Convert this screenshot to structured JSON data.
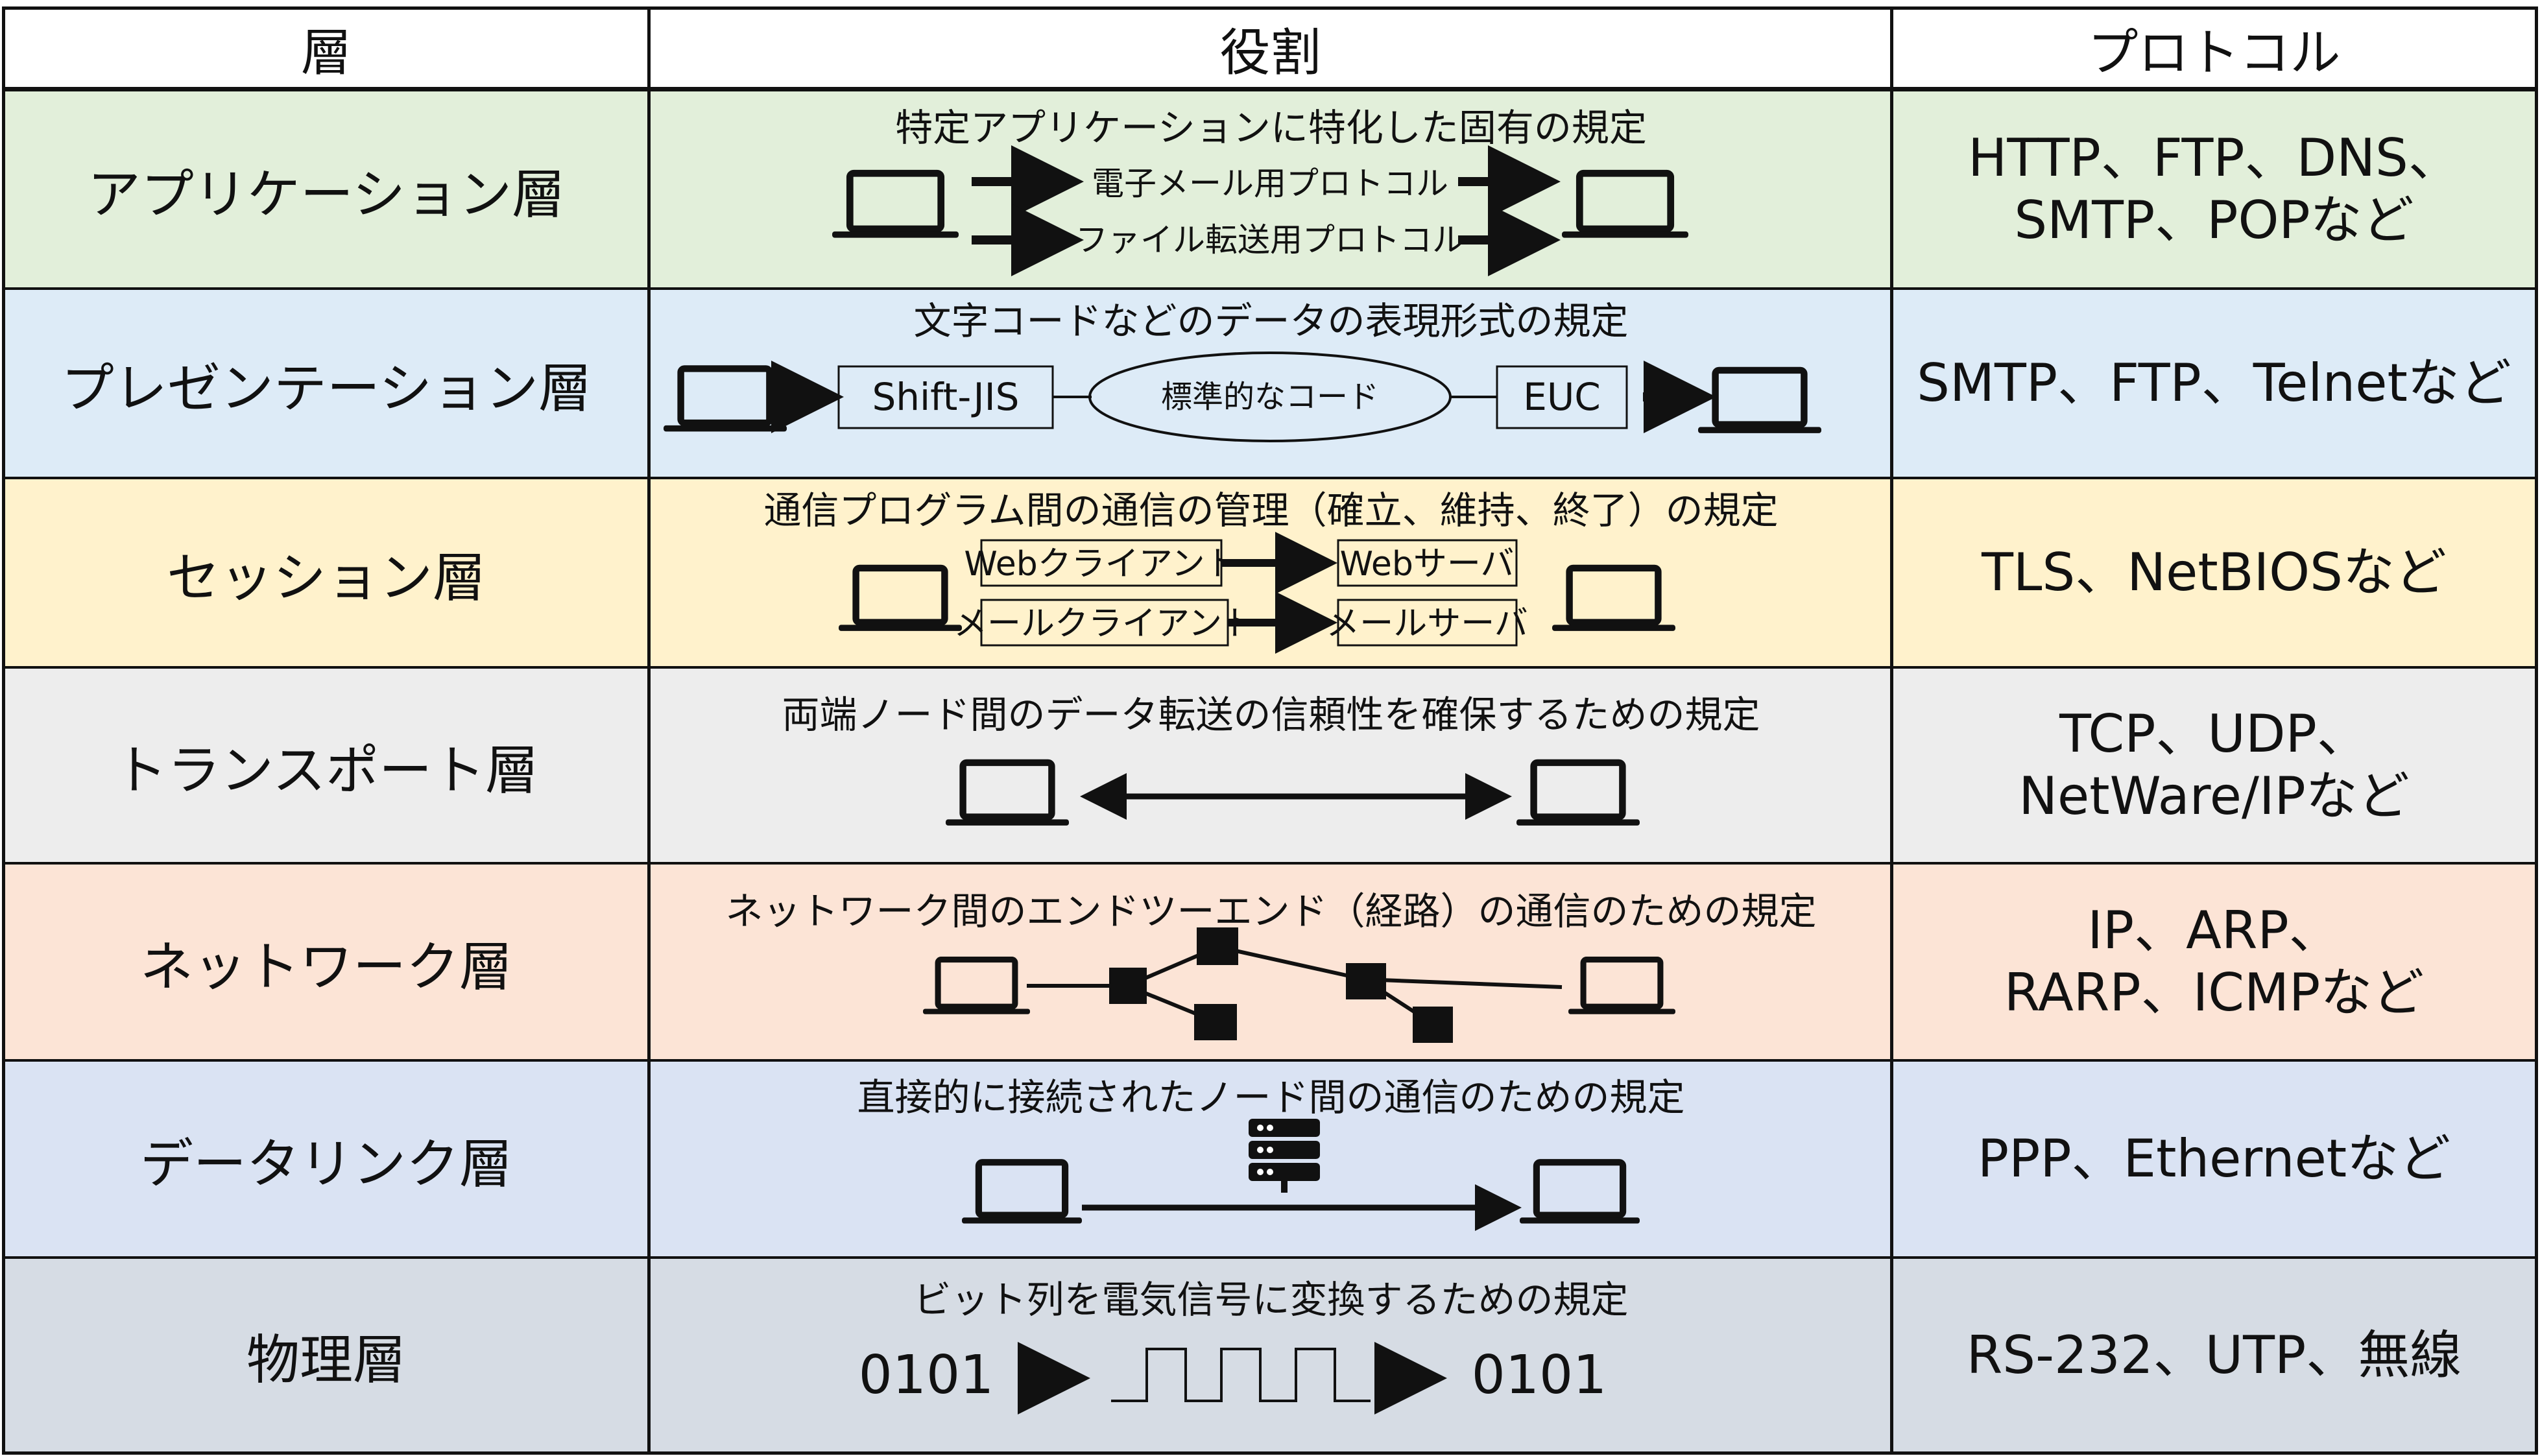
{
  "headers": {
    "layer": "層",
    "role": "役割",
    "protocol": "プロトコル"
  },
  "colors": {
    "application": "#e2efda",
    "presentation": "#ddebf7",
    "session": "#fff2cc",
    "transport": "#ededed",
    "network": "#fce4d6",
    "datalink": "#dae3f3",
    "physical": "#d6dce4",
    "line": "#111111"
  },
  "rows": [
    {
      "layer": "アプリケーション層",
      "role": "特定アプリケーションに特化した固有の規定",
      "protocol_lines": [
        "HTTP、FTP、DNS、",
        "SMTP、POPなど"
      ]
    },
    {
      "layer": "プレゼンテーション層",
      "role": "文字コードなどのデータの表現形式の規定",
      "protocol_lines": [
        "SMTP、FTP、Telnetなど"
      ]
    },
    {
      "layer": "セッション層",
      "role": "通信プログラム間の通信の管理（確立、維持、終了）の規定",
      "protocol_lines": [
        "TLS、NetBIOSなど"
      ]
    },
    {
      "layer": "トランスポート層",
      "role": "両端ノード間のデータ転送の信頼性を確保するための規定",
      "protocol_lines": [
        "TCP、UDP、",
        "NetWare/IPなど"
      ]
    },
    {
      "layer": "ネットワーク層",
      "role": "ネットワーク間のエンドツーエンド（経路）の通信のための規定",
      "protocol_lines": [
        "IP、ARP、",
        "RARP、ICMPなど"
      ]
    },
    {
      "layer": "データリンク層",
      "role": "直接的に接続されたノード間の通信のための規定",
      "protocol_lines": [
        "PPP、Ethernetなど"
      ]
    },
    {
      "layer": "物理層",
      "role": "ビット列を電気信号に変換するための規定",
      "protocol_lines": [
        "RS-232、UTP、無線"
      ]
    }
  ],
  "diagrams": {
    "application": {
      "label_top": "電子メール用プロトコル",
      "label_bottom": "ファイル転送用プロトコル"
    },
    "presentation": {
      "left_box": "Shift-JIS",
      "center_ellipse": "標準的なコード",
      "right_box": "EUC"
    },
    "session": {
      "client_top": "Webクライアント",
      "server_top": "Webサーバ",
      "client_bottom": "メールクライアント",
      "server_bottom": "メールサーバ"
    },
    "physical": {
      "bits_in": "0101",
      "bits_out": "0101"
    }
  }
}
